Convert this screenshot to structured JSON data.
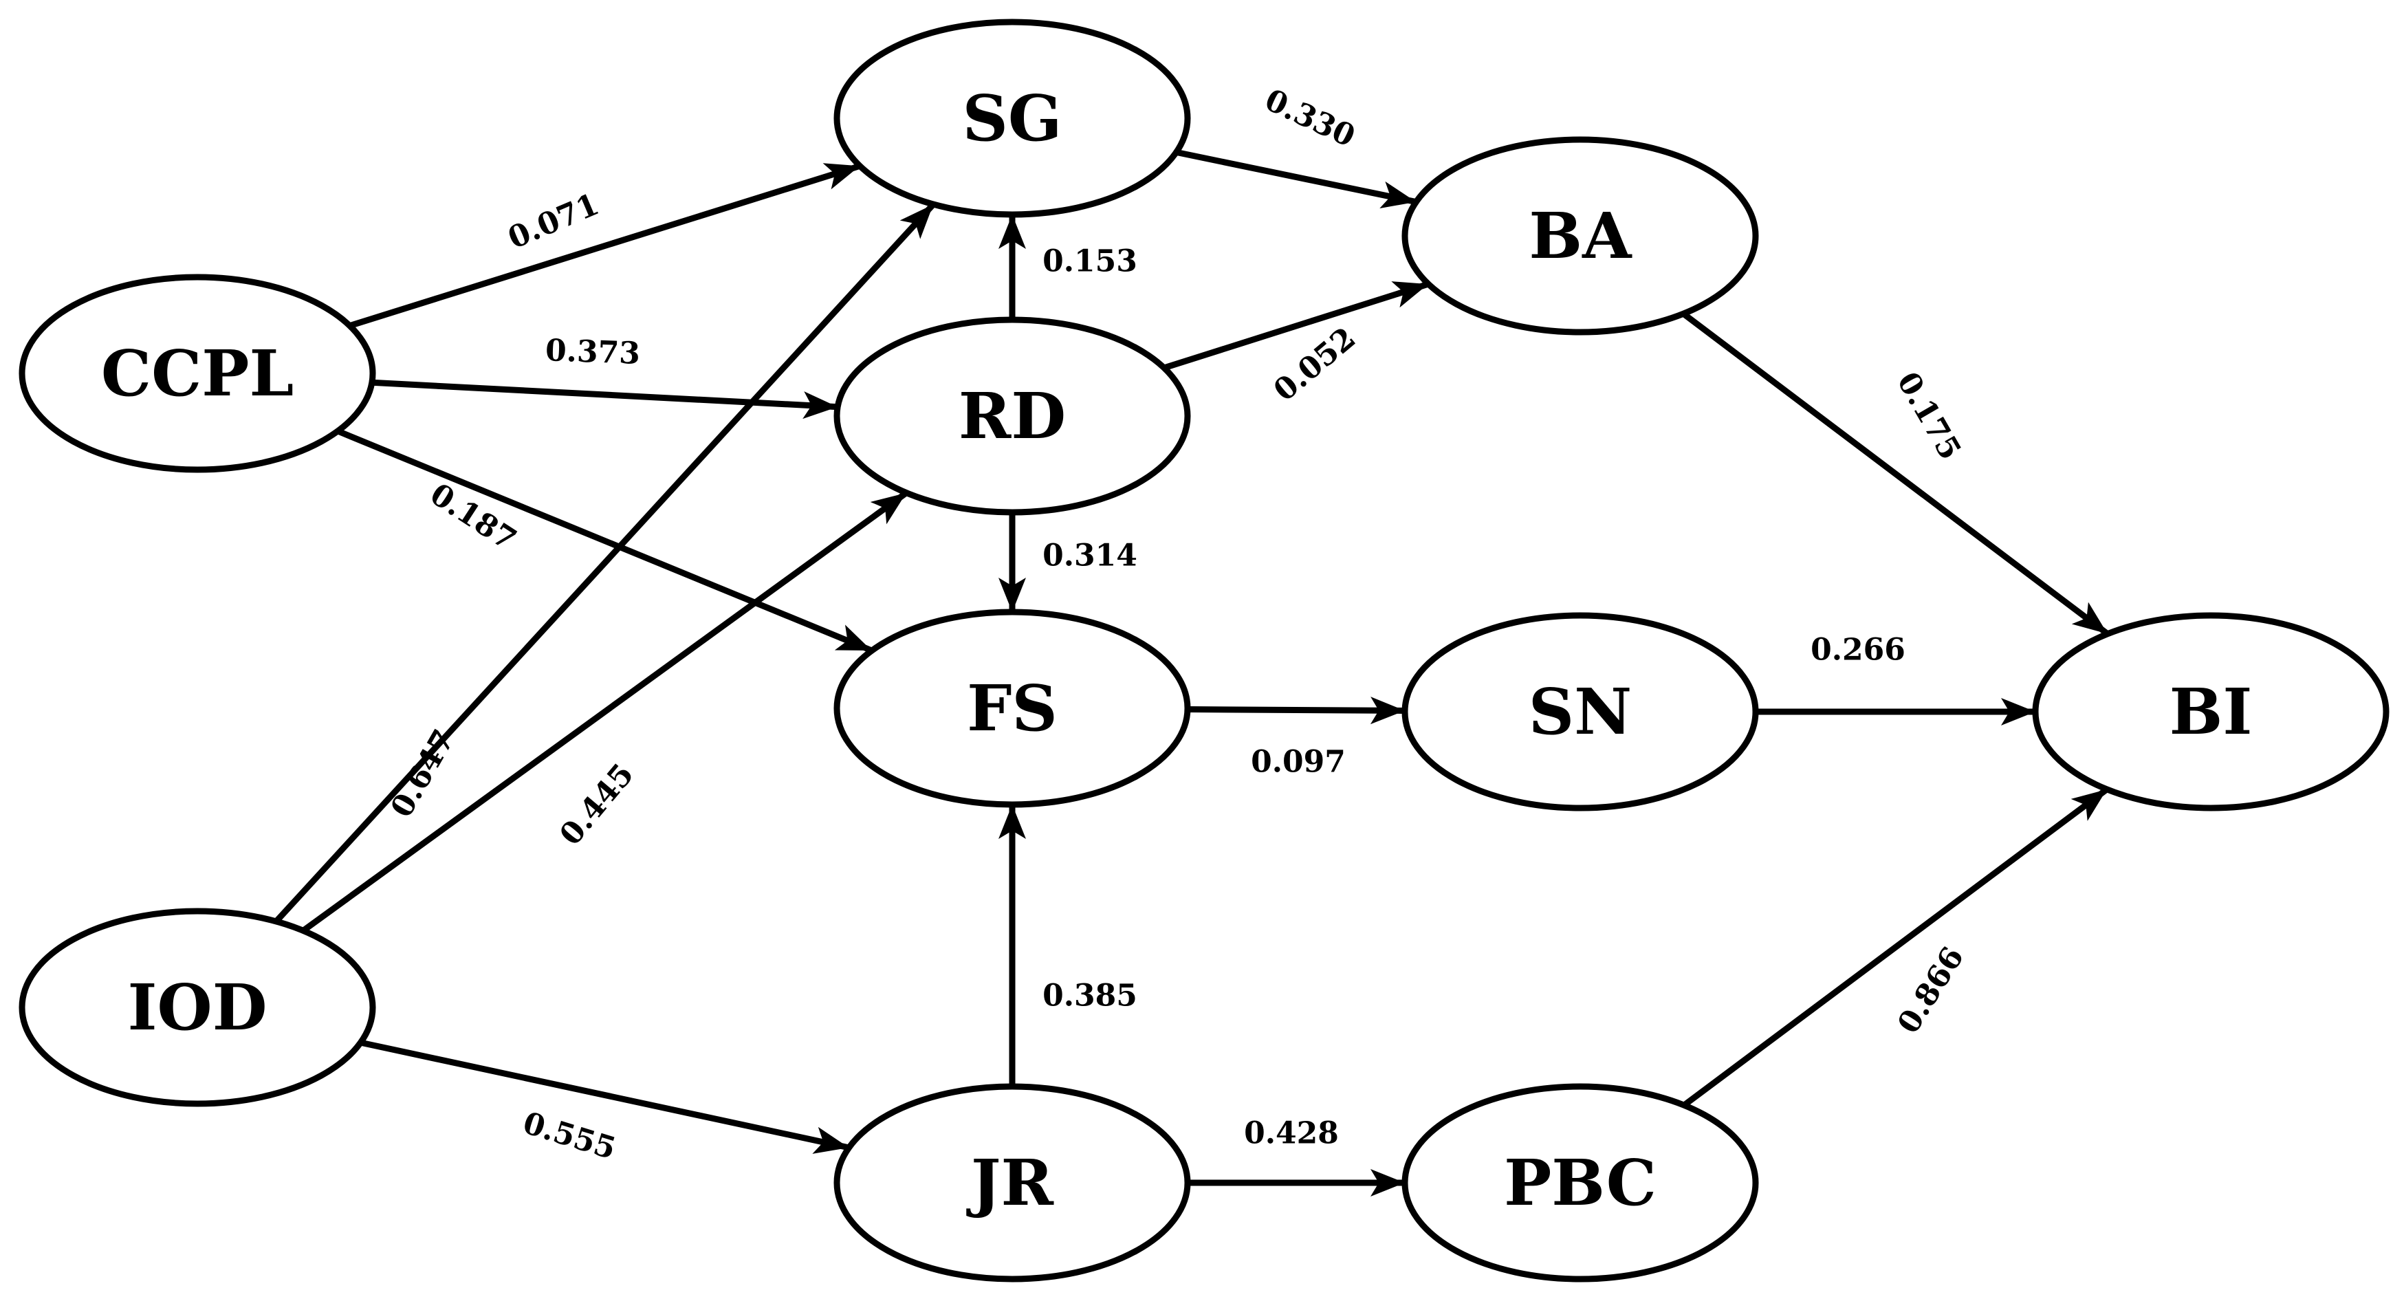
{
  "colors": {
    "stroke": "#000000",
    "background": "#ffffff",
    "text": "#000000"
  },
  "nodes": [
    {
      "id": "CCPL",
      "label": "CCPL"
    },
    {
      "id": "IOD",
      "label": "IOD"
    },
    {
      "id": "SG",
      "label": "SG"
    },
    {
      "id": "RD",
      "label": "RD"
    },
    {
      "id": "FS",
      "label": "FS"
    },
    {
      "id": "JR",
      "label": "JR"
    },
    {
      "id": "BA",
      "label": "BA"
    },
    {
      "id": "SN",
      "label": "SN"
    },
    {
      "id": "PBC",
      "label": "PBC"
    },
    {
      "id": "BI",
      "label": "BI"
    }
  ],
  "edges": [
    {
      "from": "CCPL",
      "to": "SG",
      "label": "0.071"
    },
    {
      "from": "CCPL",
      "to": "RD",
      "label": "0.373"
    },
    {
      "from": "CCPL",
      "to": "FS",
      "label": "0.187"
    },
    {
      "from": "IOD",
      "to": "SG",
      "label": "0.647"
    },
    {
      "from": "IOD",
      "to": "RD",
      "label": "0.445"
    },
    {
      "from": "IOD",
      "to": "JR",
      "label": "0.555"
    },
    {
      "from": "RD",
      "to": "SG",
      "label": "0.153"
    },
    {
      "from": "RD",
      "to": "FS",
      "label": "0.314"
    },
    {
      "from": "JR",
      "to": "FS",
      "label": "0.385"
    },
    {
      "from": "SG",
      "to": "BA",
      "label": "0.330"
    },
    {
      "from": "RD",
      "to": "BA",
      "label": "0.052"
    },
    {
      "from": "FS",
      "to": "SN",
      "label": "0.097"
    },
    {
      "from": "JR",
      "to": "PBC",
      "label": "0.428"
    },
    {
      "from": "BA",
      "to": "BI",
      "label": "0.175"
    },
    {
      "from": "SN",
      "to": "BI",
      "label": "0.266"
    },
    {
      "from": "PBC",
      "to": "BI",
      "label": "0.866"
    }
  ]
}
